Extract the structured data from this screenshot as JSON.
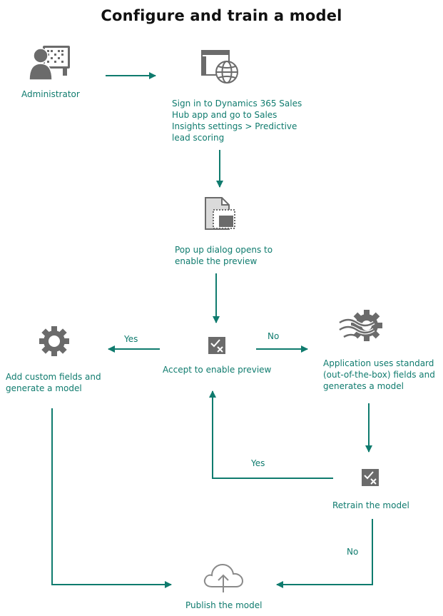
{
  "title": "Configure and train a model",
  "colors": {
    "accent": "#0f7b6e",
    "icon": "#6b6b6b",
    "title": "#111111"
  },
  "nodes": {
    "administrator": {
      "label": "Administrator",
      "icon": "admin-user-icon"
    },
    "sign_in": {
      "label": "Sign in to Dynamics 365 Sales\nHub app and go to Sales\nInsights settings > Predictive\nlead scoring",
      "icon": "browser-globe-icon"
    },
    "popup": {
      "label": "Pop up dialog opens to\nenable the preview",
      "icon": "dialog-document-icon"
    },
    "accept": {
      "label": "Accept to enable preview",
      "icon": "checkbox-decision-icon"
    },
    "custom_fields": {
      "label": "Add custom fields and\ngenerate a model",
      "icon": "gear-icon"
    },
    "standard_fields": {
      "label": "Application uses standard\n(out-of-the-box) fields and\ngenerates a model",
      "icon": "gear-wind-icon"
    },
    "retrain": {
      "label": "Retrain the model",
      "icon": "checkbox-decision-icon"
    },
    "publish": {
      "label": "Publish the model",
      "icon": "cloud-upload-icon"
    }
  },
  "edge_labels": {
    "yes_left": "Yes",
    "no_right": "No",
    "yes_retrain": "Yes",
    "no_publish": "No"
  }
}
